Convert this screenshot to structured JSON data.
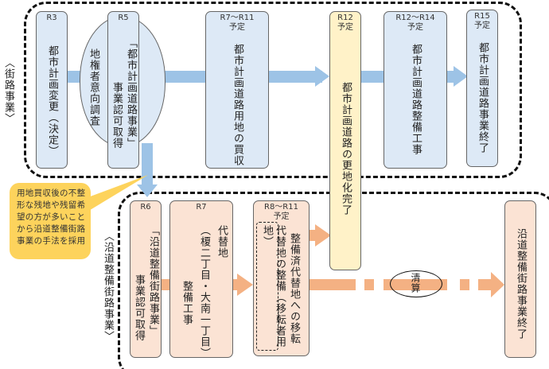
{
  "sections": {
    "street": "〈街路事業〉",
    "roadside": "〈沿道整備街路事業〉"
  },
  "street_steps": [
    {
      "period": "R3",
      "note": "",
      "text": "都市計画変更（決定）"
    },
    {
      "period": "",
      "note": "",
      "text": "地権者意向調査"
    },
    {
      "period": "R5",
      "note": "",
      "text": "「都市計画道路事業」",
      "text2": "事業認可取得"
    },
    {
      "period": "R7～R11",
      "note": "予定",
      "text": "都市計画道路用地の買収"
    },
    {
      "period": "R12",
      "note": "予定",
      "text": "都市計画道路の更地化完了"
    },
    {
      "period": "R12～R14",
      "note": "予定",
      "text": "都市計画道路整備工事"
    },
    {
      "period": "R15",
      "note": "予定",
      "text": "都市計画道路事業終了"
    }
  ],
  "roadside_steps": [
    {
      "period": "R6",
      "text": "「沿道整備街路事業」",
      "text2": "事業認可取得"
    },
    {
      "period": "R7",
      "text": "代替地",
      "text2": "（榎二丁目・大南一丁目）",
      "text3": "整備工事"
    },
    {
      "period": "R8～R11",
      "note": "予定",
      "text": "代替地の整備（移転者用地）",
      "text2": "整備済代替地への移転"
    },
    {
      "period": "",
      "text": "沿道整備街路事業終了"
    }
  ],
  "settlement": "清算",
  "callout": "用地買収後の不整形な残地や残留希望の方が多いことから沿道整備街路事業の手法を採用",
  "colors": {
    "blue": "#9dc3e6",
    "orange": "#f4b183",
    "callout": "#fdd35c"
  }
}
